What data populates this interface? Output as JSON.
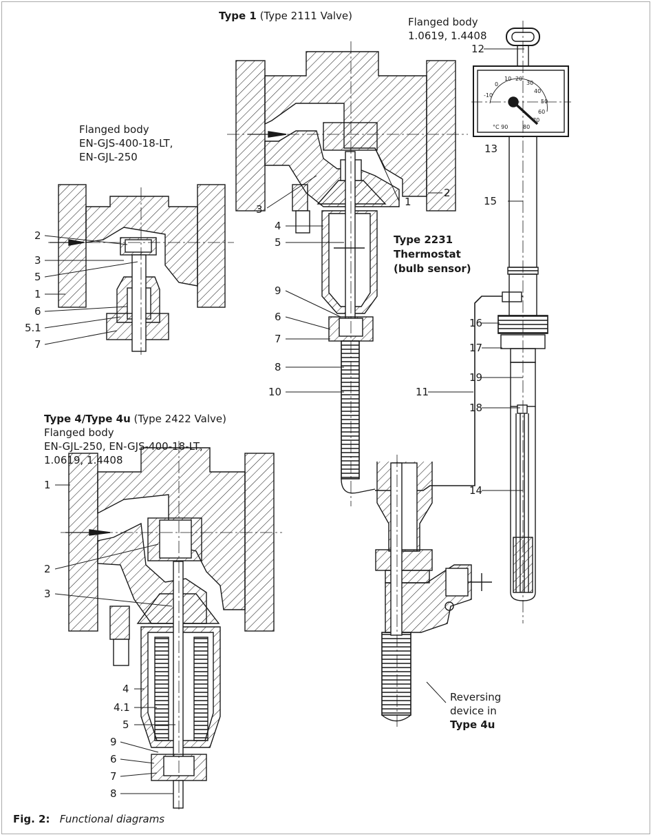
{
  "type1": {
    "title_bold": "Type 1",
    "title_rest": " (Type 2111 Valve)",
    "body_label": "Flanged body",
    "body_material": "1.0619, 1.4408"
  },
  "small_valve": {
    "body_label": "Flanged body",
    "material_1": "EN-GJS-400-18-LT,",
    "material_2": "EN-GJL-250"
  },
  "thermostat": {
    "line1": "Type 2231",
    "line2": "Thermostat",
    "line3": "(bulb sensor)"
  },
  "type4": {
    "title_bold": "Type 4/Type 4u",
    "title_rest": " (Type 2422 Valve)",
    "body_label": "Flanged body",
    "material_1": "EN-GJL-250, EN-GJS-400-18-LT,",
    "material_2": "1.0619, 1.4408"
  },
  "reversing": {
    "line1": "Reversing",
    "line2": "device in",
    "line3": "Type 4u"
  },
  "callouts": {
    "type1": [
      "2",
      "1",
      "3",
      "4",
      "5",
      "9",
      "6",
      "7",
      "8",
      "10",
      "11"
    ],
    "small": [
      "2",
      "3",
      "5",
      "1",
      "6",
      "5.1",
      "7"
    ],
    "thermostat": [
      "12",
      "13",
      "15",
      "16",
      "17",
      "19",
      "18",
      "14"
    ],
    "type4": [
      "1",
      "2",
      "3",
      "4",
      "4.1",
      "5",
      "9",
      "6",
      "7",
      "8"
    ]
  },
  "dial": {
    "scale": [
      "-10",
      "0",
      "10",
      "20",
      "30",
      "40",
      "50",
      "60",
      "70",
      "80",
      "90"
    ],
    "unit": "°C"
  },
  "caption": {
    "label": "Fig. 2:",
    "text": "Functional diagrams"
  }
}
